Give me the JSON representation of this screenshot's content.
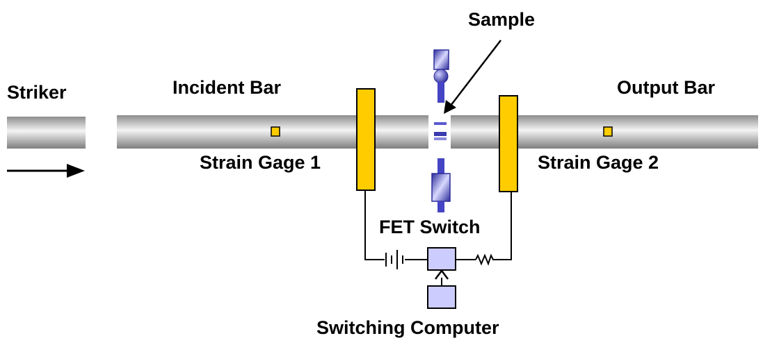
{
  "labels": {
    "striker": "Striker",
    "incident_bar": "Incident Bar",
    "output_bar": "Output Bar",
    "sample": "Sample",
    "strain_gage_1": "Strain Gage 1",
    "strain_gage_2": "Strain Gage 2",
    "fet_switch": "FET Switch",
    "switching_computer": "Switching Computer"
  },
  "colors": {
    "bar_dark": "#8c8c8c",
    "bar_light": "#f4f4f4",
    "gage_fill": "#ffcc00",
    "gage_stroke": "#000000",
    "sample_blue": "#3b3bb0",
    "component_fill": "#ccccff",
    "wire": "#000000"
  },
  "icons": {
    "battery": "battery-icon",
    "resistor": "resistor-icon",
    "arrow": "arrow-right-icon"
  }
}
